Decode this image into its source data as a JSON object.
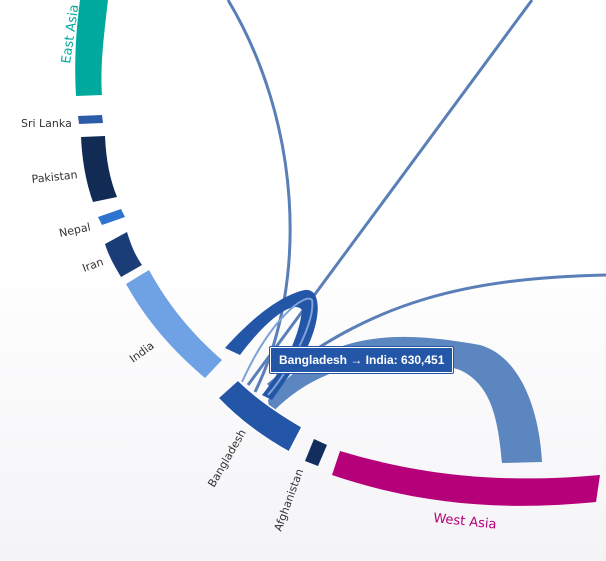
{
  "chord": {
    "segments": [
      {
        "id": "east_asia",
        "label": "East Asia",
        "color": "#00a99d"
      },
      {
        "id": "sri_lanka",
        "label": "Sri Lanka",
        "color": "#2a5ca8"
      },
      {
        "id": "pakistan",
        "label": "Pakistan",
        "color": "#112b55"
      },
      {
        "id": "nepal",
        "label": "Nepal",
        "color": "#2f73d0"
      },
      {
        "id": "iran",
        "label": "Iran",
        "color": "#1a3d78"
      },
      {
        "id": "india",
        "label": "India",
        "color": "#6fa1e5"
      },
      {
        "id": "bangladesh",
        "label": "Bangladesh",
        "color": "#2456a8"
      },
      {
        "id": "afghanistan",
        "label": "Afghanistan",
        "color": "#132e5c"
      },
      {
        "id": "west_asia",
        "label": "West Asia",
        "color": "#b5007a"
      }
    ],
    "flow_colors": {
      "dark": "#2456a8",
      "light": "#5b86c0",
      "thin": "#5a7fb8"
    }
  },
  "tooltip": {
    "text": "Bangladesh → India: 630,451",
    "from": "Bangladesh",
    "to": "India",
    "value": 630451
  }
}
